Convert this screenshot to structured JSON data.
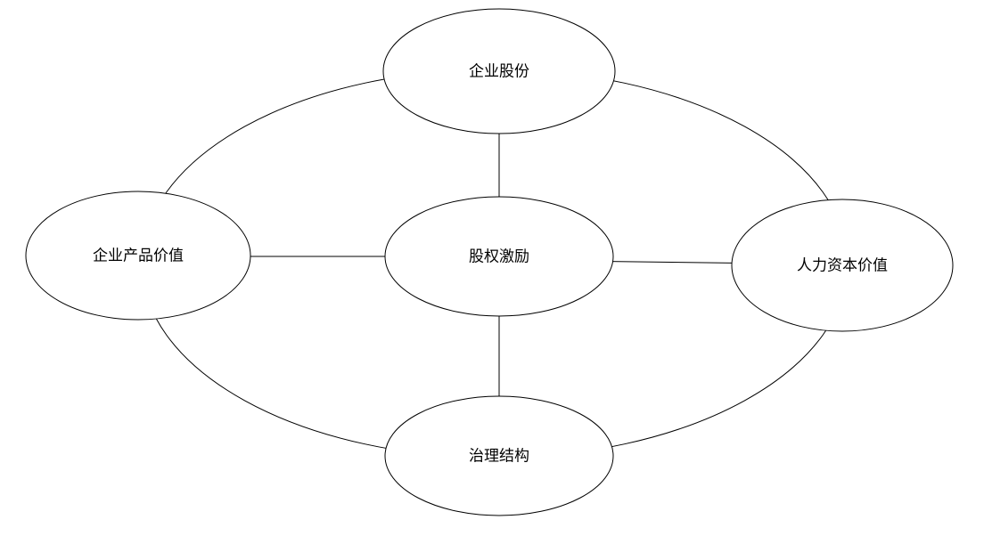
{
  "diagram": {
    "type": "concept-map",
    "background_color": "#ffffff",
    "stroke_color": "#000000",
    "nodes": [
      {
        "id": "top",
        "label": "企业股份"
      },
      {
        "id": "left",
        "label": "企业产品价值"
      },
      {
        "id": "center",
        "label": "股权激励"
      },
      {
        "id": "right",
        "label": "人力资本价值"
      },
      {
        "id": "bottom",
        "label": "治理结构"
      }
    ],
    "edges": [
      {
        "from": "股权激励",
        "to": "企业股份",
        "style": "straight"
      },
      {
        "from": "股权激励",
        "to": "企业产品价值",
        "style": "straight"
      },
      {
        "from": "股权激励",
        "to": "人力资本价值",
        "style": "straight"
      },
      {
        "from": "股权激励",
        "to": "治理结构",
        "style": "straight"
      },
      {
        "from": "企业股份",
        "to": "企业产品价值",
        "style": "arc"
      },
      {
        "from": "企业股份",
        "to": "人力资本价值",
        "style": "arc"
      },
      {
        "from": "治理结构",
        "to": "企业产品价值",
        "style": "arc"
      },
      {
        "from": "治理结构",
        "to": "人力资本价值",
        "style": "arc"
      }
    ]
  }
}
